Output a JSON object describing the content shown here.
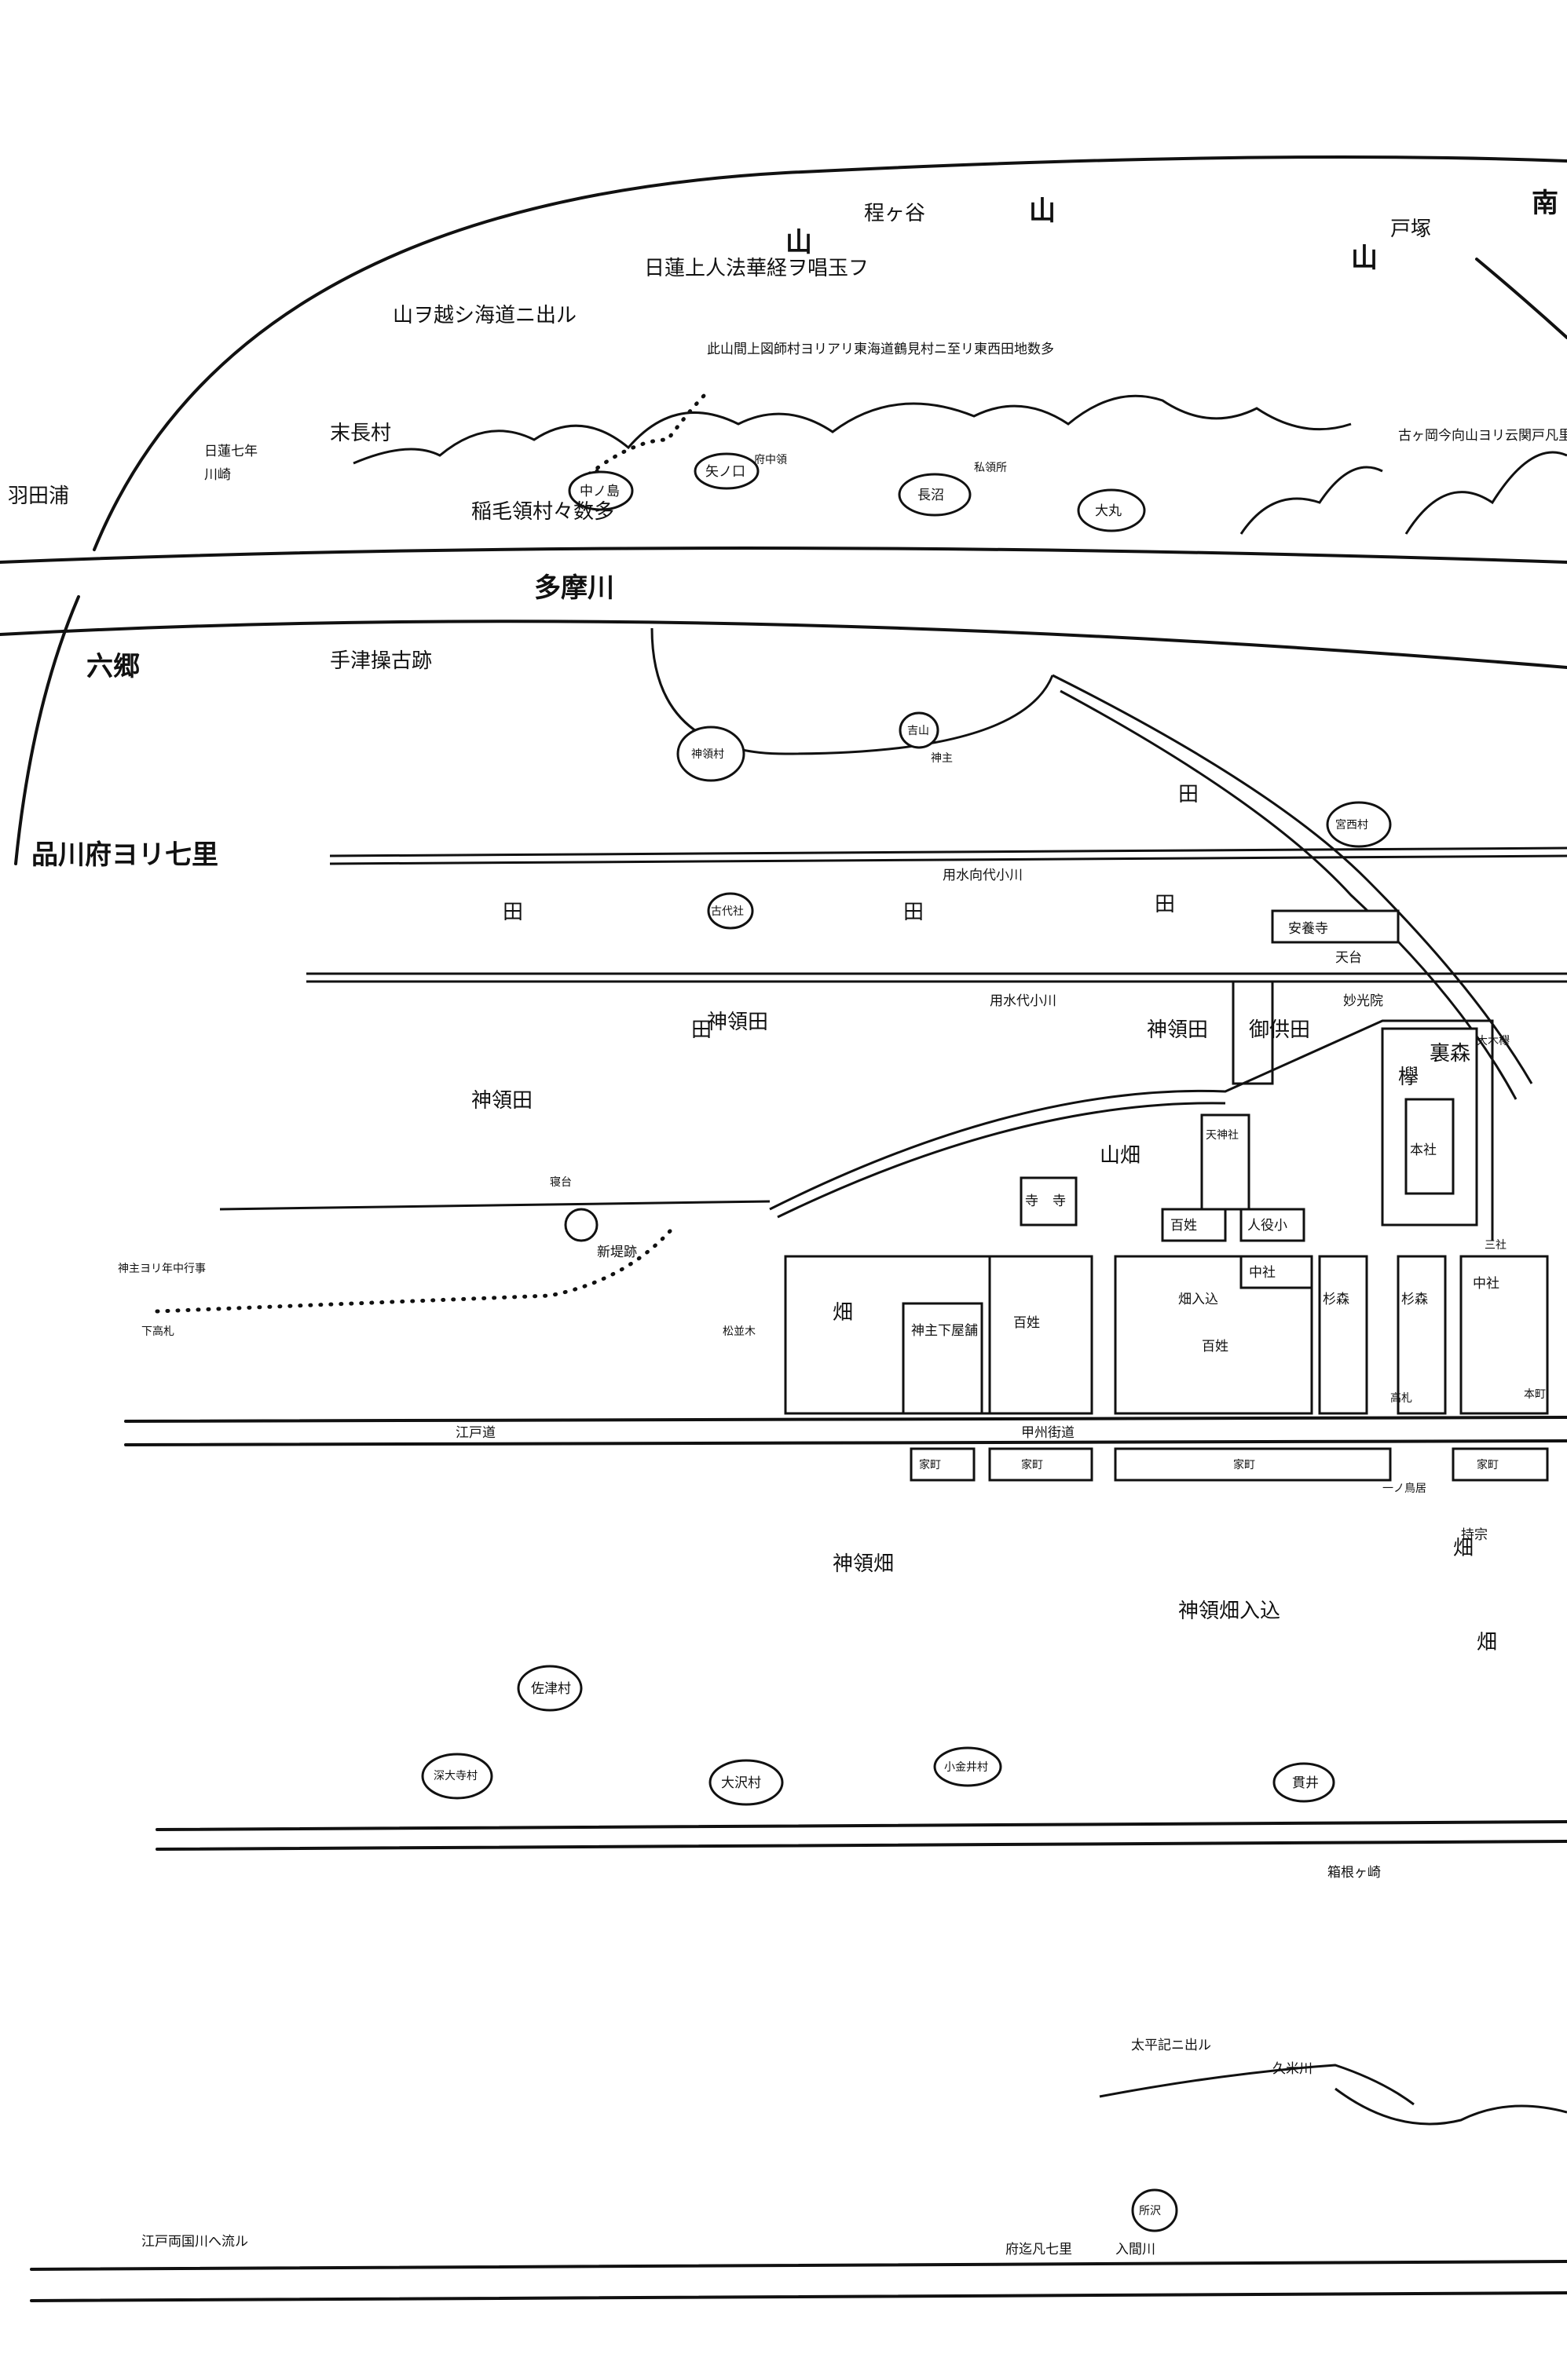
{
  "labels": {
    "south": "南",
    "tozuka": "戸塚",
    "mountain_right": "山",
    "hodogaya": "程ヶ谷",
    "mountain_mid": "山",
    "mountain_left": "山",
    "nichiren": "日蓮上人法華経ヲ唱玉フ",
    "yama_koe": "山ヲ越シ海道ニ出ル",
    "konoyama": "此山間上図師村ヨリアリ東海道鶴見村ニ至リ東西田地数多",
    "kooka": "古ヶ岡今向山ヨリ云関戸凡里末長村迄六",
    "nichiren2": "日蓮七年",
    "kawasaki": "川崎",
    "suenaga": "末長村",
    "ina_ryo": "稲毛領村々数多",
    "yanokuchi": "矢ノ口",
    "nakanoshima": "中ノ島",
    "naganuma": "長沼",
    "omaru": "大丸",
    "fuchu_ryo": "府中領",
    "shiryosho": "私領所",
    "haneda": "羽田浦",
    "tamagawa": "多摩川",
    "tezu_kozeki": "手津操古跡",
    "rokugo": "六郷",
    "shinagawa": "品川府ヨリ七里",
    "yoshiyama": "吉山",
    "jinryo_mura": "神領村",
    "kannushi": "神主",
    "miyanishi": "宮西村",
    "ta1": "田",
    "ta2": "田",
    "ta3": "田",
    "ta4": "田",
    "ta5": "田",
    "yosui1": "用水向代小川",
    "furui": "古代社",
    "tenno": "天台",
    "anyoji": "安養寺",
    "yosui2": "用水代小川",
    "myoko": "妙光院",
    "gokuden": "御供田",
    "shinryo_ta1": "神領田",
    "shinryo_ta2": "神領田",
    "shinryo_ta3": "神領田",
    "keyaki": "欅",
    "uramori": "裏森",
    "ooki_keyaki": "大木欅",
    "yamahata": "山畑",
    "tenjin": "天神社",
    "honsha": "本社",
    "hyakusho1": "百姓",
    "hyakusho2": "百姓",
    "hyakusho3": "百姓",
    "nin_yaku": "人役小",
    "tera1": "寺",
    "tera2": "寺",
    "nakasha1": "中社",
    "nakasha2": "中社",
    "sugimori1": "杉森",
    "sugimori2": "杉森",
    "hata1": "畑",
    "hata2": "畑",
    "hata3": "畑",
    "hata_iri": "畑入込",
    "shinryo_hata": "神領畑",
    "shinryo_hata_iri": "神領畑入込",
    "shimoyashiki": "神主下屋舗",
    "iecho": "家町",
    "koshu": "甲州街道",
    "edo_road": "江戸道",
    "shin_tsutsumi": "新堤跡",
    "matsunamiki": "松並木",
    "nedai": "寝台",
    "sazu": "佐津村",
    "fukaji": "深大寺村",
    "osawa": "大沢村",
    "kogane": "小金井村",
    "nukui": "貫井",
    "hako": "箱根ヶ崎",
    "kumegawa": "久米川",
    "taira": "太平記ニ出ル",
    "tokorosawa": "所沢",
    "iruma": "入間川",
    "fuchu_shichi": "府迄凡七里",
    "edo_ryogoku": "江戸両国川へ流ル",
    "hijiri": "神主ヨリ年中行事",
    "keta": "下高札",
    "kosatsu": "高札",
    "ichi_torii": "一ノ鳥居",
    "mochimune": "持宗",
    "hongomachi": "本町",
    "sanshu": "三社"
  },
  "colors": {
    "ink": "#111111",
    "paper": "#ffffff"
  }
}
